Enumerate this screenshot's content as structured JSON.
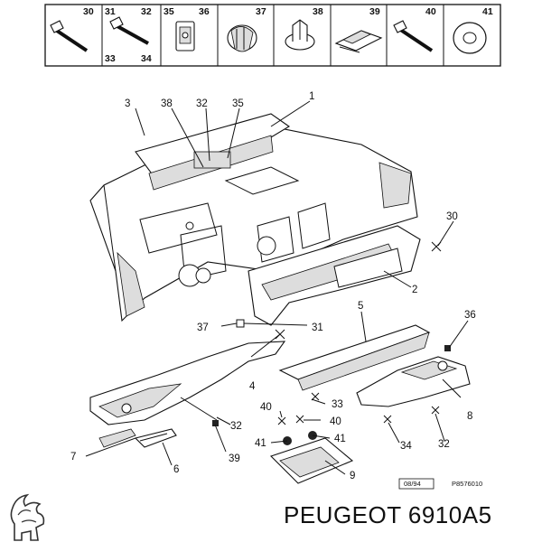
{
  "header_cells": [
    {
      "labels": [
        "30"
      ],
      "icon": "screw-icon"
    },
    {
      "labels": [
        "31",
        "32",
        "33",
        "34"
      ],
      "icon": "screw-icon"
    },
    {
      "labels": [
        "35",
        "36"
      ],
      "icon": "clip-nut-icon"
    },
    {
      "labels": [
        "37"
      ],
      "icon": "push-rivet-icon"
    },
    {
      "labels": [
        "38"
      ],
      "icon": "plastic-clip-icon"
    },
    {
      "labels": [
        "39"
      ],
      "icon": "spring-clip-icon"
    },
    {
      "labels": [
        "40"
      ],
      "icon": "screw-icon"
    },
    {
      "labels": [
        "41"
      ],
      "icon": "washer-icon"
    }
  ],
  "callouts": {
    "c1": "1",
    "c2": "2",
    "c3": "3",
    "c4": "4",
    "c5": "5",
    "c6": "6",
    "c7": "7",
    "c8": "8",
    "c9": "9",
    "c30": "30",
    "c31": "31",
    "c32a": "32",
    "c32b": "32",
    "c32c": "32",
    "c33": "33",
    "c34": "34",
    "c35": "35",
    "c36": "36",
    "c37": "37",
    "c38": "38",
    "c39": "39",
    "c40a": "40",
    "c40b": "40",
    "c41a": "41",
    "c41b": "41"
  },
  "footer": {
    "date_code": "08/94",
    "ref_code": "P8576010"
  },
  "brand": {
    "logo": "peugeot-lion-logo",
    "text": "PEUGEOT 6910A5"
  }
}
